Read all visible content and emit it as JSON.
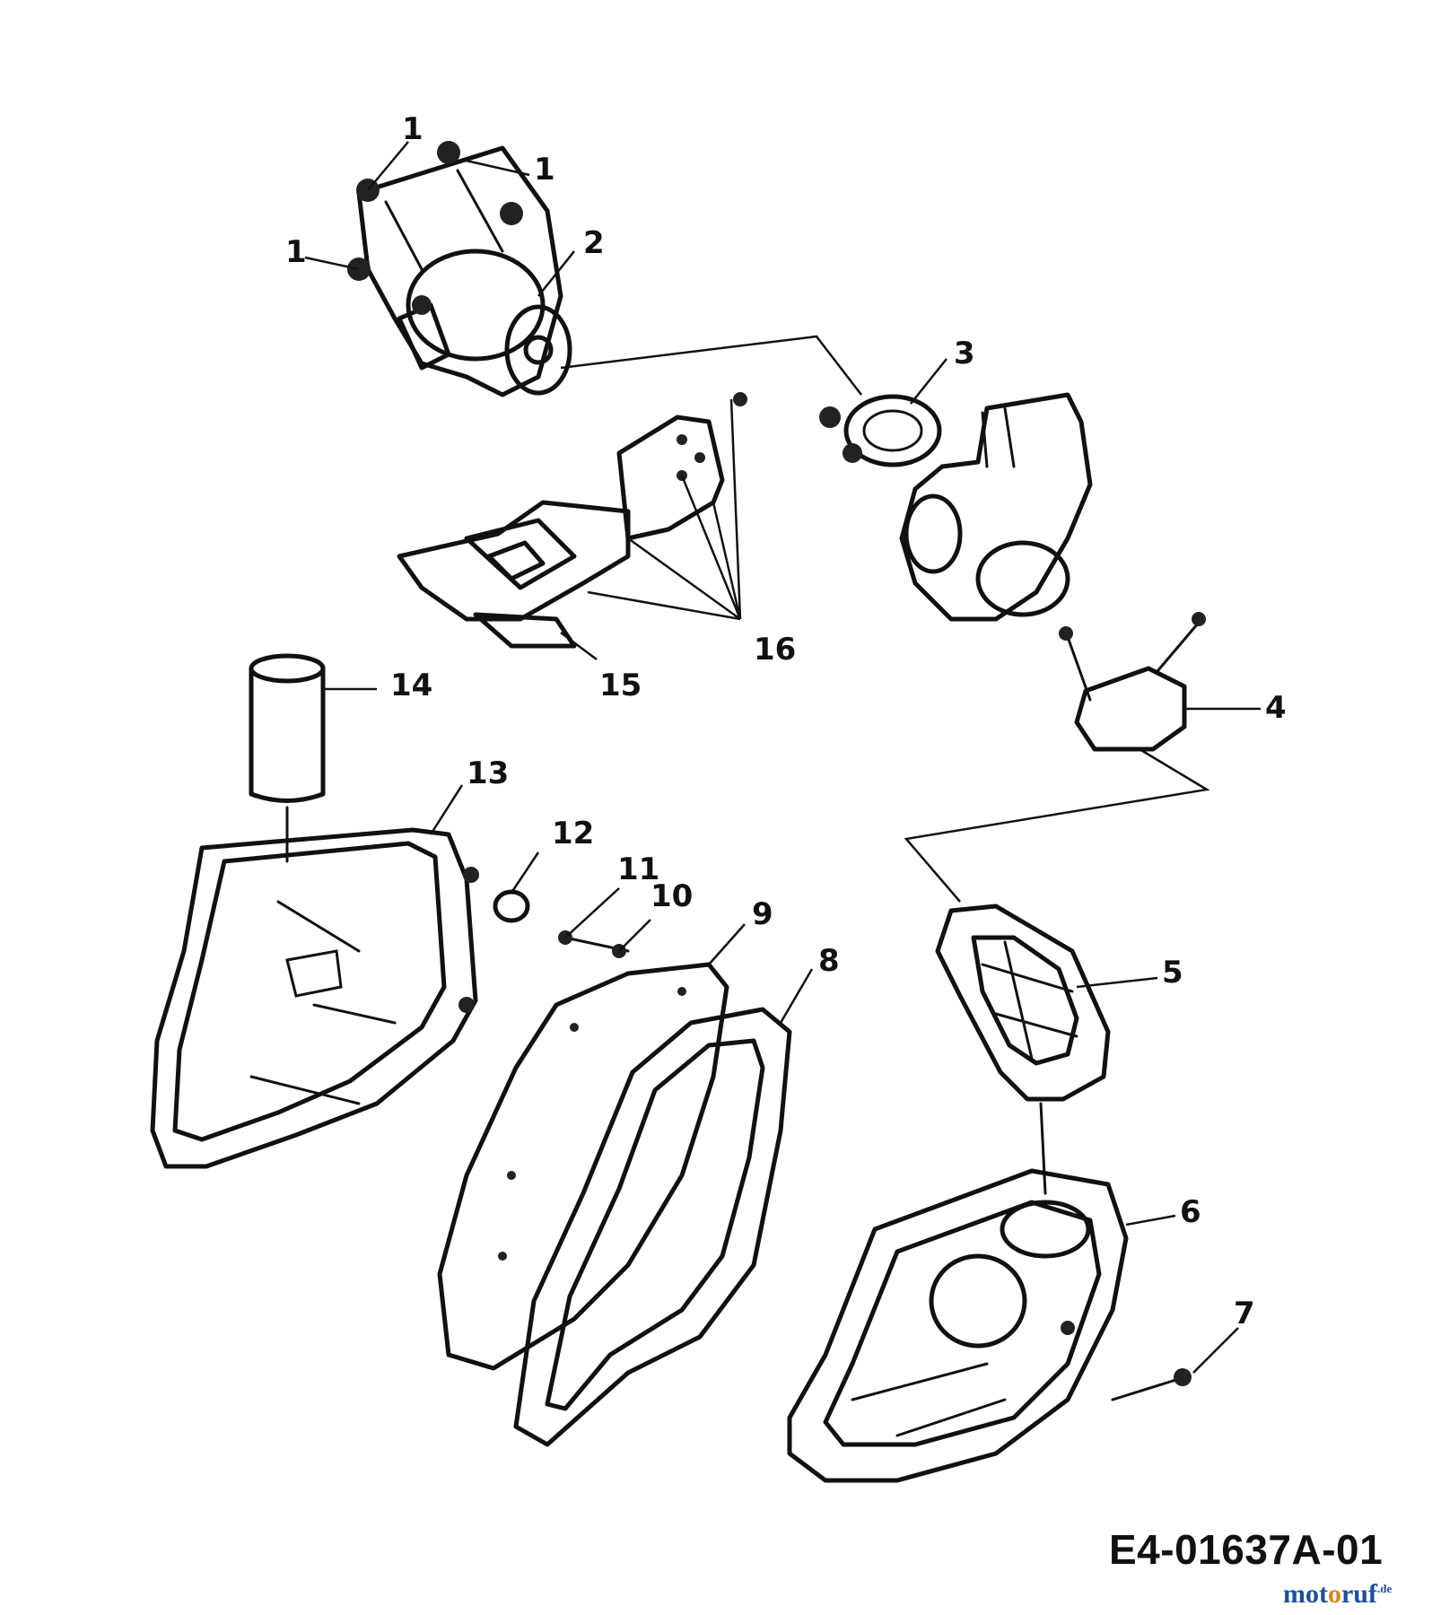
{
  "diagram": {
    "document_code": "E4-01637A-01",
    "brand": {
      "part1": "mot",
      "part2": "o",
      "part3": "ruf",
      "suffix": ".de"
    },
    "callouts": [
      "1",
      "1",
      "1",
      "2",
      "3",
      "4",
      "5",
      "6",
      "7",
      "8",
      "9",
      "10",
      "11",
      "12",
      "13",
      "14",
      "15",
      "16"
    ]
  }
}
